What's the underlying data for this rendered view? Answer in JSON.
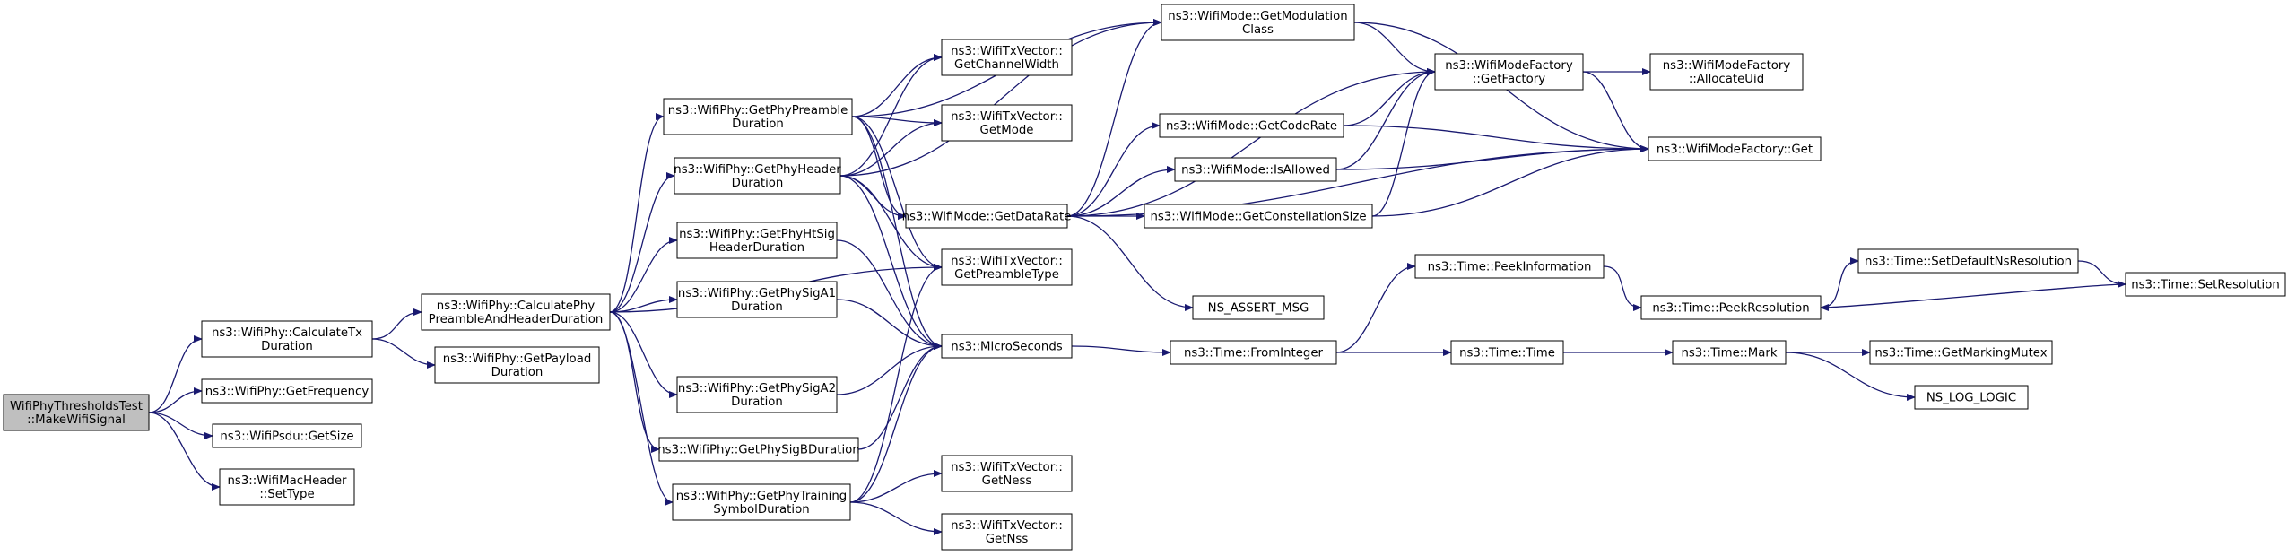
{
  "nodes": {
    "root": [
      "WifiPhyThresholdsTest",
      "::MakeWifiSignal"
    ],
    "calcTxDur": [
      "ns3::WifiPhy::CalculateTx",
      "Duration"
    ],
    "getFrequency": [
      "ns3::WifiPhy::GetFrequency"
    ],
    "psduGetSize": [
      "ns3::WifiPsdu::GetSize"
    ],
    "macSetType": [
      "ns3::WifiMacHeader",
      "::SetType"
    ],
    "calcPhyPre": [
      "ns3::WifiPhy::CalculatePhy",
      "PreambleAndHeaderDuration"
    ],
    "getPayloadDur": [
      "ns3::WifiPhy::GetPayload",
      "Duration"
    ],
    "getPhyPreDur": [
      "ns3::WifiPhy::GetPhyPreamble",
      "Duration"
    ],
    "getPhyHdrDur": [
      "ns3::WifiPhy::GetPhyHeader",
      "Duration"
    ],
    "getHtSig": [
      "ns3::WifiPhy::GetPhyHtSig",
      "HeaderDuration"
    ],
    "getSigA1": [
      "ns3::WifiPhy::GetPhySigA1",
      "Duration"
    ],
    "getSigA2": [
      "ns3::WifiPhy::GetPhySigA2",
      "Duration"
    ],
    "getSigB": [
      "ns3::WifiPhy::GetPhySigBDuration"
    ],
    "getTraining": [
      "ns3::WifiPhy::GetPhyTraining",
      "SymbolDuration"
    ],
    "txChWidth": [
      "ns3::WifiTxVector::",
      "GetChannelWidth"
    ],
    "txGetMode": [
      "ns3::WifiTxVector::",
      "GetMode"
    ],
    "getDataRate": [
      "ns3::WifiMode::GetDataRate"
    ],
    "txPreType": [
      "ns3::WifiTxVector::",
      "GetPreambleType"
    ],
    "microSeconds": [
      "ns3::MicroSeconds"
    ],
    "txGetNess": [
      "ns3::WifiTxVector::",
      "GetNess"
    ],
    "txGetNss": [
      "ns3::WifiTxVector::",
      "GetNss"
    ],
    "getModClass": [
      "ns3::WifiMode::GetModulation",
      "Class"
    ],
    "getCodeRate": [
      "ns3::WifiMode::GetCodeRate"
    ],
    "isAllowed": [
      "ns3::WifiMode::IsAllowed"
    ],
    "getConstSize": [
      "ns3::WifiMode::GetConstellationSize"
    ],
    "nsAssert": [
      "NS_ASSERT_MSG"
    ],
    "fromInteger": [
      "ns3::Time::FromInteger"
    ],
    "factGetFactory": [
      "ns3::WifiModeFactory",
      "::GetFactory"
    ],
    "factAllocUid": [
      "ns3::WifiModeFactory",
      "::AllocateUid"
    ],
    "factGet": [
      "ns3::WifiModeFactory::Get"
    ],
    "peekInfo": [
      "ns3::Time::PeekInformation"
    ],
    "timeTime": [
      "ns3::Time::Time"
    ],
    "peekRes": [
      "ns3::Time::PeekResolution"
    ],
    "setDefNsRes": [
      "ns3::Time::SetDefaultNsResolution"
    ],
    "setRes": [
      "ns3::Time::SetResolution"
    ],
    "timeMark": [
      "ns3::Time::Mark"
    ],
    "getMarkMutex": [
      "ns3::Time::GetMarkingMutex"
    ],
    "nsLogLogic": [
      "NS_LOG_LOGIC"
    ]
  },
  "edge_color": "#191970",
  "root_fill": "#bfbfbf"
}
